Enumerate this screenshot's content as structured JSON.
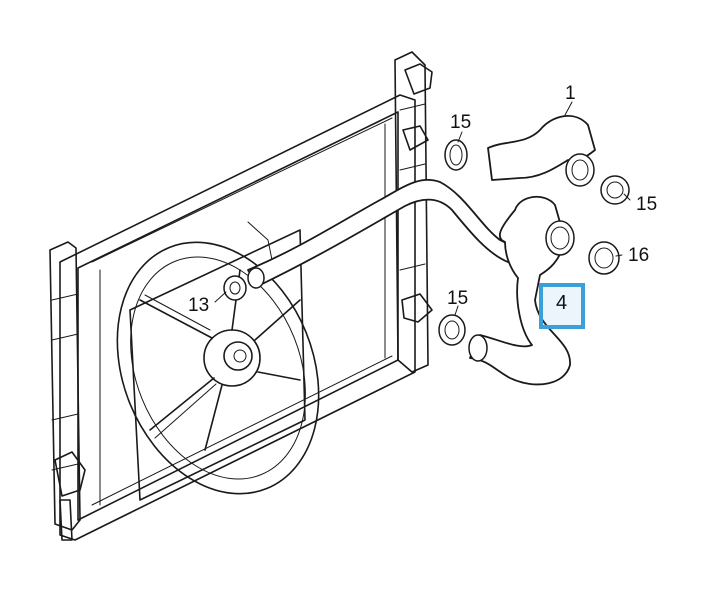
{
  "callouts": {
    "c1": "1",
    "c15a": "15",
    "c15b": "15",
    "c16": "16",
    "c13": "13",
    "c15c": "15",
    "c4": "4"
  },
  "colors": {
    "highlight": "#3b9fd8",
    "line": "#1a1a1a",
    "background": "#ffffff"
  }
}
